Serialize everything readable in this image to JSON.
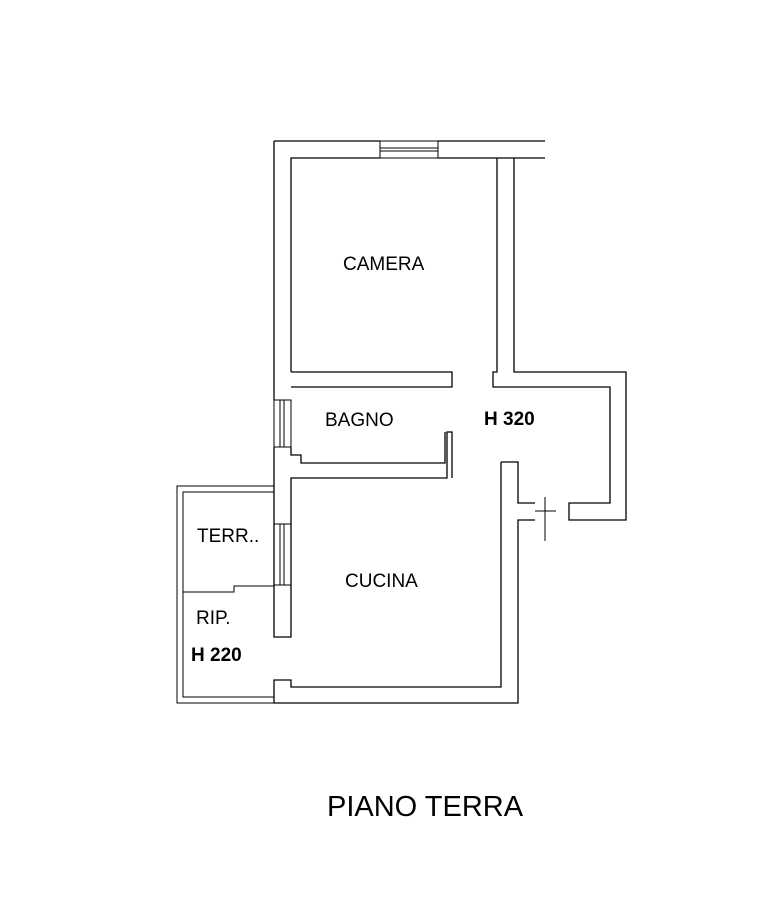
{
  "floor_plan": {
    "title": "PIANO TERRA",
    "rooms": {
      "camera": "CAMERA",
      "bagno": "BAGNO",
      "cucina": "CUCINA",
      "terrazzo": "TERR..",
      "ripostiglio": "RIP."
    },
    "heights": {
      "main": "H 320",
      "ripostiglio": "H 220"
    }
  }
}
